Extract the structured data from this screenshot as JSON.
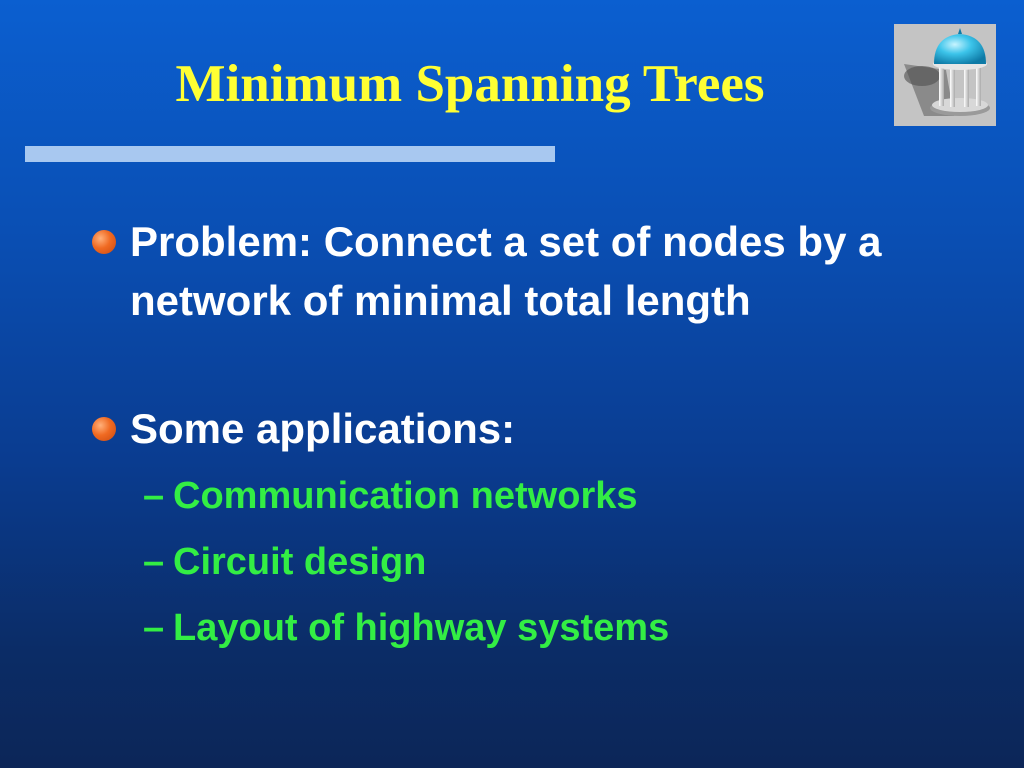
{
  "slide": {
    "title": "Minimum Spanning Trees",
    "bullets": [
      {
        "text": "Problem: Connect a set of nodes by a network of minimal total length"
      },
      {
        "text": "Some applications:"
      }
    ],
    "sub_bullets": [
      {
        "dash": "–",
        "text": "Communication networks"
      },
      {
        "dash": "–",
        "text": "Circuit design"
      },
      {
        "dash": "–",
        "text": "Layout of highway systems"
      }
    ],
    "logo_icon": "old-well-icon"
  },
  "colors": {
    "background_top": "#0b5fd0",
    "background_bottom": "#0c2658",
    "title": "#ffff33",
    "bullet_text": "#ffffff",
    "sub_bullet_text": "#33ee44",
    "bullet_dot": "#f06a22",
    "title_rule": "#a8c8f0"
  }
}
